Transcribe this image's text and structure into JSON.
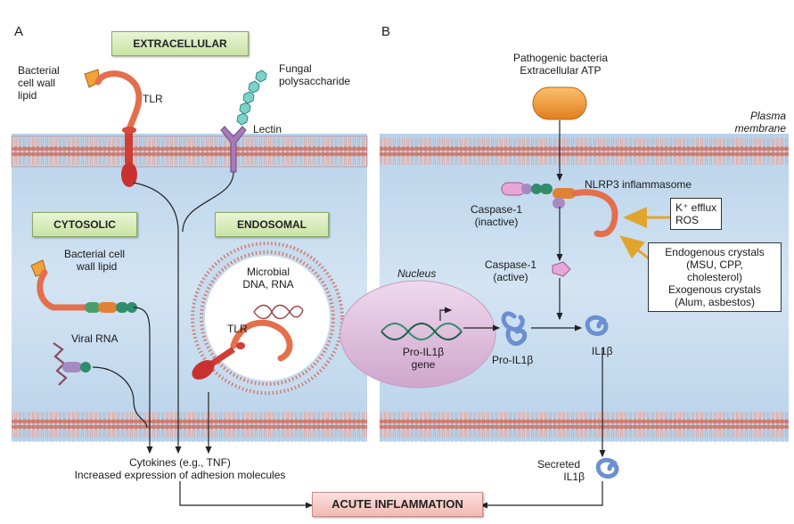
{
  "panel_a": {
    "letter": "A",
    "extracellular": "EXTRACELLULAR",
    "cytosolic": "CYTOSOLIC",
    "endosomal": "ENDOSOMAL",
    "bacterial_lipid_top": [
      "Bacterial",
      "cell wall",
      "lipid"
    ],
    "tlr_top": "TLR",
    "fungal": [
      "Fungal",
      "polysaccharide"
    ],
    "lectin": "Lectin",
    "bacterial_lipid_cyto": [
      "Bacterial cell",
      "wall lipid"
    ],
    "viral_rna": "Viral RNA",
    "microbial": [
      "Microbial",
      "DNA, RNA"
    ],
    "tlr_endo": "TLR",
    "cytokines": [
      "Cytokines (e.g., TNF)",
      "Increased expression of adhesion molecules"
    ]
  },
  "panel_b": {
    "letter": "B",
    "pathogenic": [
      "Pathogenic bacteria",
      "Extracellular ATP"
    ],
    "plasma_membrane": [
      "Plasma",
      "membrane"
    ],
    "nlrp3": "NLRP3 inflammasome",
    "caspase_inactive": [
      "Caspase-1",
      "(inactive)"
    ],
    "caspase_active": [
      "Caspase-1",
      "(active)"
    ],
    "k_efflux": [
      "K⁺ efflux",
      "ROS"
    ],
    "crystals": [
      "Endogenous crystals",
      "(MSU, CPP,",
      "cholesterol)",
      "Exogenous crystals",
      "(Alum, asbestos)"
    ],
    "nucleus": "Nucleus",
    "pro_gene": [
      "Pro-IL1β",
      "gene"
    ],
    "pro_il1b": "Pro-IL1β",
    "il1b": "IL1β",
    "secreted": [
      "Secreted",
      "IL1β"
    ]
  },
  "acute": "ACUTE INFLAMMATION",
  "colors": {
    "membrane": "#d98b7e",
    "cytoplasm": "#c7dcee",
    "receptor": "#e9805f",
    "lectin": "#a57bb8",
    "teal": "#7ecfc9",
    "capsule": "#f29a3a",
    "nucleus": "#e3c6e2",
    "green_box": "#d5eab7",
    "pink_box": "#f6c8c2",
    "il1b": "#6b8fd0"
  }
}
